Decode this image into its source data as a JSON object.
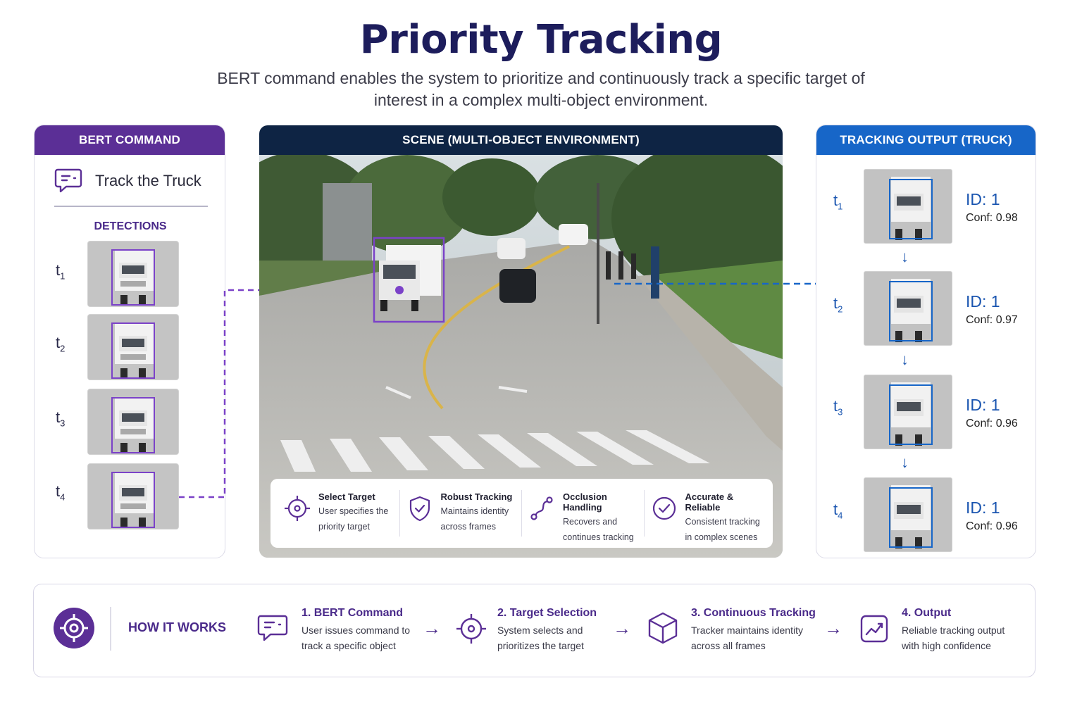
{
  "header": {
    "title": "Priority Tracking",
    "subtitle": "BERT command enables the system to prioritize and continuously track a specific target of interest in a complex multi-object environment."
  },
  "left_panel": {
    "heading": "BERT COMMAND",
    "command": "Track the Truck",
    "detections_label": "DETECTIONS",
    "frames": [
      {
        "t": "t",
        "sub": "1"
      },
      {
        "t": "t",
        "sub": "2"
      },
      {
        "t": "t",
        "sub": "3"
      },
      {
        "t": "t",
        "sub": "4"
      }
    ]
  },
  "scene_panel": {
    "heading": "SCENE (MULTI-OBJECT ENVIRONMENT)",
    "features": [
      {
        "icon": "crosshair-icon",
        "title": "Select Target",
        "desc1": "User specifies the",
        "desc2": "priority target"
      },
      {
        "icon": "shield-check-icon",
        "title": "Robust Tracking",
        "desc1": "Maintains identity",
        "desc2": "across frames"
      },
      {
        "icon": "path-icon",
        "title": "Occlusion Handling",
        "desc1": "Recovers and",
        "desc2": "continues tracking"
      },
      {
        "icon": "check-circle-icon",
        "title": "Accurate & Reliable",
        "desc1": "Consistent tracking",
        "desc2": "in complex scenes"
      }
    ]
  },
  "right_panel": {
    "heading": "TRACKING OUTPUT (TRUCK)",
    "outputs": [
      {
        "t": "t",
        "sub": "1",
        "id": "ID: 1",
        "conf": "Conf: 0.98"
      },
      {
        "t": "t",
        "sub": "2",
        "id": "ID: 1",
        "conf": "Conf: 0.97"
      },
      {
        "t": "t",
        "sub": "3",
        "id": "ID: 1",
        "conf": "Conf: 0.96"
      },
      {
        "t": "t",
        "sub": "4",
        "id": "ID: 1",
        "conf": "Conf: 0.96"
      }
    ],
    "arrow": "↓"
  },
  "how_it_works": {
    "title": "HOW IT WORKS",
    "arrow": "→",
    "steps": [
      {
        "icon": "chat-icon",
        "title": "1. BERT Command",
        "desc1": "User issues command to",
        "desc2": "track a specific object"
      },
      {
        "icon": "crosshair-icon",
        "title": "2. Target Selection",
        "desc1": "System selects and",
        "desc2": "prioritizes the target"
      },
      {
        "icon": "cube-icon",
        "title": "3. Continuous Tracking",
        "desc1": "Tracker maintains identity",
        "desc2": "across all frames"
      },
      {
        "icon": "trend-chart-icon",
        "title": "4. Output",
        "desc1": "Reliable tracking output",
        "desc2": "with high confidence"
      }
    ]
  },
  "colors": {
    "purple": "#5b2f96",
    "navy": "#0e2444",
    "blue": "#1766c8",
    "title": "#1d1d5c"
  }
}
